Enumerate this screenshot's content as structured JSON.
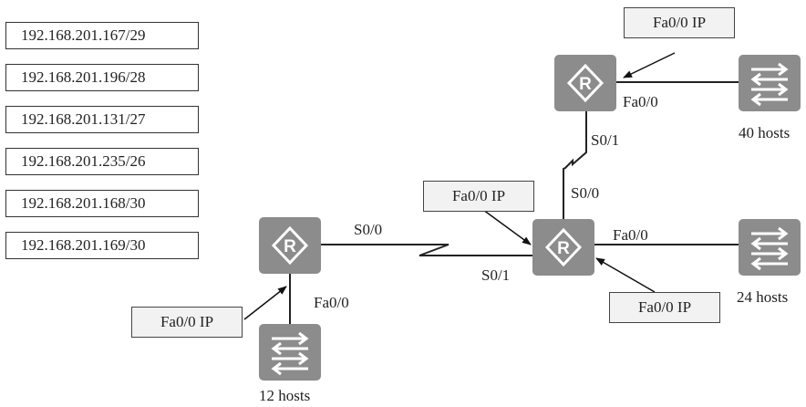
{
  "subnets": [
    "192.168.201.167/29",
    "192.168.201.196/28",
    "192.168.201.131/27",
    "192.168.201.235/26",
    "192.168.201.168/30",
    "192.168.201.169/30"
  ],
  "callouts": {
    "top": "Fa0/0 IP",
    "middle": "Fa0/0 IP",
    "left": "Fa0/0 IP",
    "right": "Fa0/0 IP"
  },
  "interfaces": {
    "top_router_fa": "Fa0/0",
    "top_router_s": "S0/1",
    "mid_router_s_up": "S0/0",
    "mid_router_s_left": "S0/1",
    "mid_router_fa": "Fa0/0",
    "left_router_s": "S0/0",
    "left_router_fa": "Fa0/0"
  },
  "hosts": {
    "top": "40 hosts",
    "middle": "24 hosts",
    "left": "12 hosts"
  }
}
